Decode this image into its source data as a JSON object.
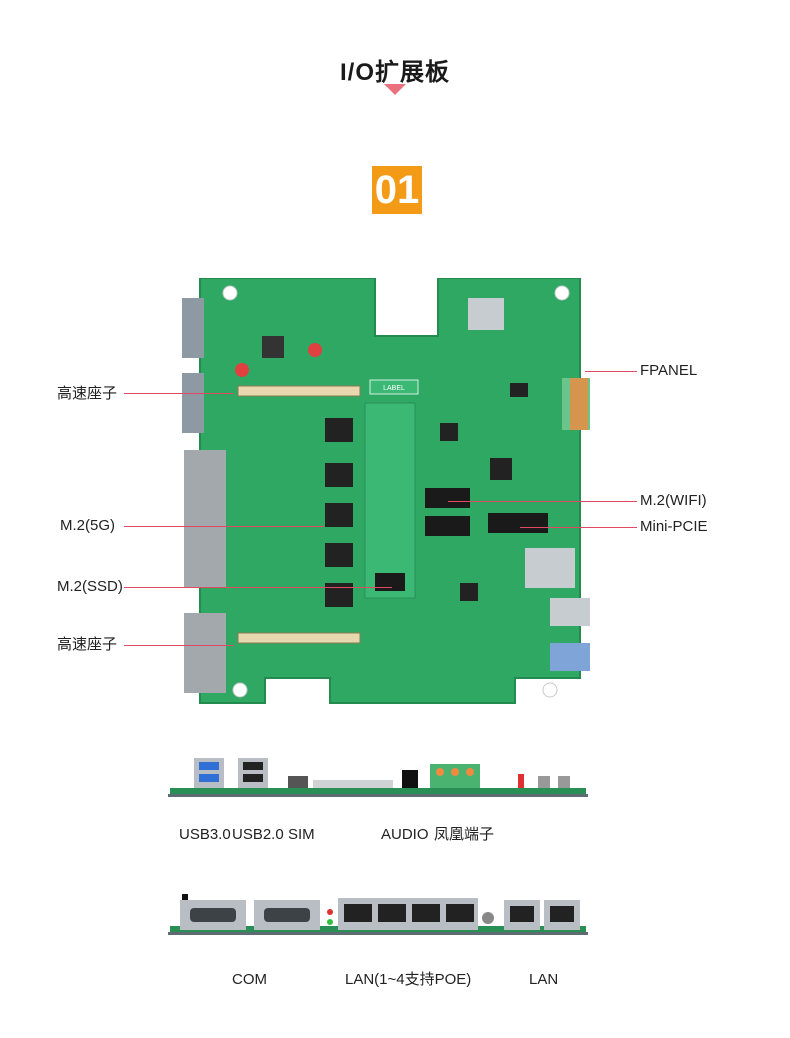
{
  "header": {
    "title": "I/O扩展板",
    "section_number": "01"
  },
  "board": {
    "silkscreen_label": "LABEL",
    "callouts_left": [
      "高速座子",
      "M.2(5G)",
      "M.2(SSD)",
      "高速座子"
    ],
    "callouts_right": [
      "FPANEL",
      "M.2(WIFI)",
      "Mini-PCIE"
    ]
  },
  "front_panel": {
    "labels": [
      "USB3.0",
      "USB2.0",
      "SIM",
      "AUDIO",
      "凤凰端子"
    ]
  },
  "rear_panel": {
    "labels": [
      "COM",
      "LAN(1~4支持POE)",
      "LAN"
    ]
  },
  "colors": {
    "accent": "#f39a17",
    "arrow": "#e9707c",
    "callout_line": "#e24a63",
    "pcb": "#2fa864"
  }
}
